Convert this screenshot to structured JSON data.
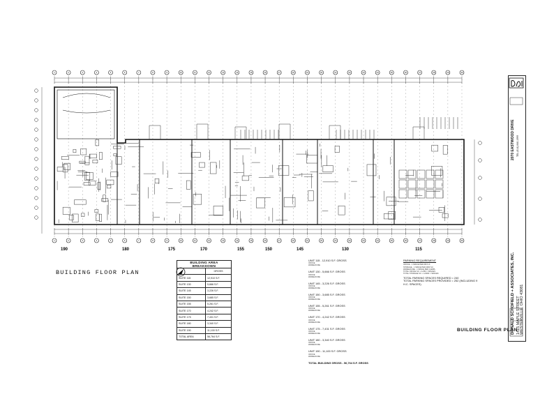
{
  "drawing": {
    "plan_title": "BUILDING FLOOR PLAN",
    "sheet_title": "BUILDING FLOOR PLAN",
    "address": "2070 EASTWOOD DRIVE",
    "firm_name": "DONALD SCHOFIELD + ASSOCIATES, INC.",
    "firm_lines": [
      "1415 MAPLE STREET",
      "WESTERVILLE, OHIO 43081",
      "TEL (614) 840-1999"
    ]
  },
  "breakdown": {
    "title": "BUILDING AREA BREAKDOWN",
    "col_header": "GROSS",
    "rows": [
      {
        "suite": "SUITE 115",
        "area": "12,910 S.F."
      },
      {
        "suite": "SUITE 130",
        "area": "5,666 S.F."
      },
      {
        "suite": "SUITE 145",
        "area": "3,226 S.F."
      },
      {
        "suite": "SUITE 150",
        "area": "3,685 S.F."
      },
      {
        "suite": "SUITE 155",
        "area": "5,261 S.F."
      },
      {
        "suite": "SUITE 170",
        "area": "4,242 S.F."
      },
      {
        "suite": "SUITE 175",
        "area": "7,431 S.F."
      },
      {
        "suite": "SUITE 180",
        "area": "3,340 S.F."
      },
      {
        "suite": "SUITE 190",
        "area": "11,100 S.F."
      }
    ],
    "total_label": "TOTAL AREA",
    "total_value": "56,764 S.F."
  },
  "units": [
    {
      "label": "UNIT 115 - 12,910 S.F. GROSS",
      "sub": [
        "OFFICE",
        "WAREHOUSE"
      ]
    },
    {
      "label": "UNIT 130 - 5,666 S.F. GROSS",
      "sub": [
        "OFFICE",
        "WAREHOUSE"
      ]
    },
    {
      "label": "UNIT 145 - 3,226 S.F. GROSS",
      "sub": [
        "OFFICE",
        "WAREHOUSE"
      ]
    },
    {
      "label": "UNIT 150 - 3,685 S.F. GROSS",
      "sub": [
        "OFFICE",
        "WAREHOUSE"
      ]
    },
    {
      "label": "UNIT 155 - 5,261 S.F. GROSS",
      "sub": [
        "OFFICE",
        "WAREHOUSE"
      ]
    },
    {
      "label": "UNIT 170 - 4,242 S.F. GROSS",
      "sub": [
        "OFFICE",
        "WAREHOUSE"
      ]
    },
    {
      "label": "UNIT 175 - 7,431 S.F. GROSS",
      "sub": [
        "OFFICE",
        "WAREHOUSE"
      ]
    },
    {
      "label": "UNIT 180 - 3,340 S.F. GROSS",
      "sub": [
        "OFFICE",
        "WAREHOUSE"
      ]
    },
    {
      "label": "UNIT 190 - 11,100 S.F. GROSS",
      "sub": [
        "OFFICE",
        "WAREHOUSE"
      ]
    }
  ],
  "units_total": "TOTAL BUILDING GROSS - 56,764 S.F. GROSS",
  "parking": {
    "heading": "PARKING REQUIREMENT",
    "notes": [
      "OFFICE - 1 SPACE PER 250 S.F.",
      "STORAGE - 1 SPACE PER 2000 S.F.",
      "WAREHOUSE - 1 SPACE PER 2 EMPL.",
      "TOTAL OFFICE S.F. x 1/250 = SPACES",
      "TOTAL STORAGE S.F. x 1/2000 = SPACES"
    ],
    "required": "TOTAL PARKING SPACES REQUIRED = 240",
    "provided": "TOTAL PARKING SPACES PROVIDED = 252 (INCLUDING 9 H.C. SPACES)"
  },
  "unit_numbers": [
    "190",
    "180",
    "175",
    "170",
    "155",
    "150",
    "145",
    "130",
    "115"
  ],
  "grid_lines": [
    "1",
    "2",
    "3",
    "4",
    "5",
    "6",
    "7",
    "8",
    "9",
    "10",
    "11",
    "12",
    "13",
    "14",
    "15",
    "16",
    "17",
    "18",
    "19",
    "20",
    "21",
    "22",
    "23",
    "24",
    "25",
    "26",
    "27",
    "28",
    "29",
    "30"
  ]
}
